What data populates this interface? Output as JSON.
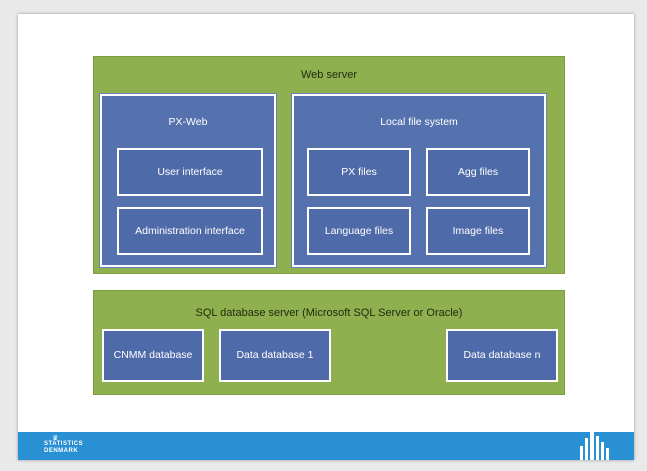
{
  "web_server": {
    "title": "Web server",
    "px_web": {
      "title": "PX-Web",
      "user_interface": "User interface",
      "admin_interface": "Administration interface"
    },
    "file_system": {
      "title": "Local file system",
      "px_files": "PX files",
      "agg_files": "Agg files",
      "language_files": "Language files",
      "image_files": "Image files"
    }
  },
  "sql_server": {
    "title": "SQL database server (Microsoft SQL Server or Oracle)",
    "cnmm_db": "CNMM database",
    "data_db_1": "Data database 1",
    "data_db_n": "Data database n"
  },
  "footer": {
    "logo_line1": "STATISTICS",
    "logo_line2": "DENMARK",
    "brand_color": "#2a90d4"
  }
}
